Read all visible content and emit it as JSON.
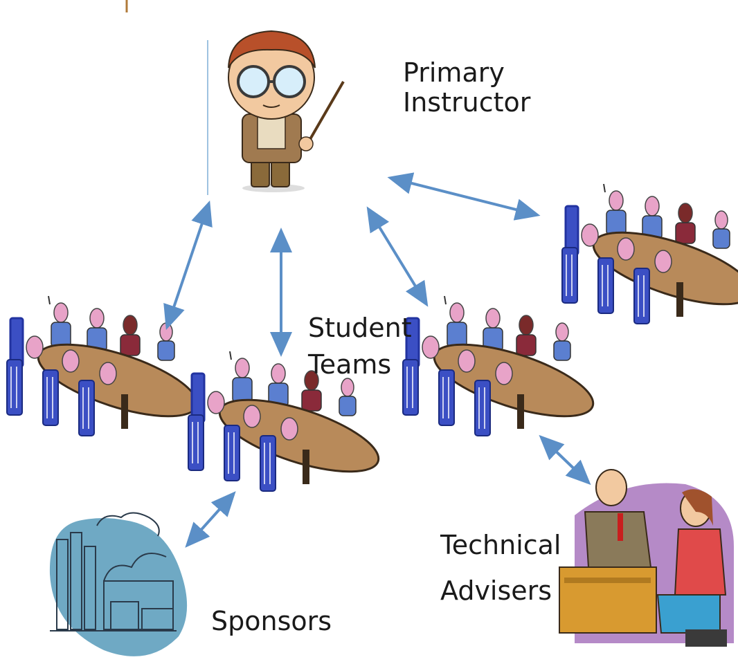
{
  "labels": {
    "instructor_line1": "Primary",
    "instructor_line2": "Instructor",
    "teams_line1": "Student",
    "teams_line2": "Teams",
    "advisers_line1": "Technical",
    "advisers_line2": "Advisers",
    "sponsors": "Sponsors"
  },
  "colors": {
    "arrow": "#5b8fc7",
    "table": "#b88a5a",
    "chair": "#3b4fc4",
    "skin": "#e8a3c8",
    "shirt": "#5b7fd0",
    "sponsor_blob": "#6fa9c4",
    "adviser_blob": "#b58ac7"
  },
  "icons": {
    "instructor": "teacher-with-pointer-icon",
    "team": "meeting-table-icon",
    "sponsor": "factory-icon",
    "advisers": "business-meeting-icon"
  }
}
